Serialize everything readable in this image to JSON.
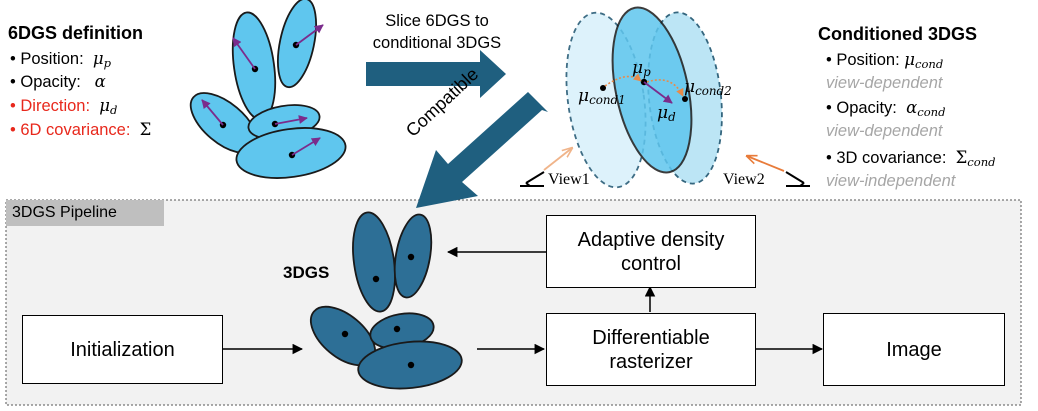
{
  "definition": {
    "title": "6DGS definition",
    "items": [
      {
        "label": "Position:",
        "symbol": "μ",
        "sub": "p"
      },
      {
        "label": "Opacity:",
        "symbol": "α",
        "sub": ""
      },
      {
        "label": "Direction:",
        "symbol": "μ",
        "sub": "d"
      },
      {
        "label": "6D covariance:",
        "symbol": "Σ",
        "sub": ""
      }
    ]
  },
  "slice_arrow_label": [
    "Slice 6DGS to",
    "conditional 3DGS"
  ],
  "compatible_label": "Compatible",
  "slice_panel": {
    "mu_p": {
      "symbol": "μ",
      "sub": "p"
    },
    "mu_d": {
      "symbol": "μ",
      "sub": "d"
    },
    "mu_cond1": {
      "symbol": "μ",
      "sub": "cond1"
    },
    "mu_cond2": {
      "symbol": "μ",
      "sub": "cond2"
    },
    "view1": "View1",
    "view2": "View2"
  },
  "conditioned": {
    "title": "Conditioned 3DGS",
    "items": [
      {
        "label": "Position:",
        "symbol": "μ",
        "sub": "cond",
        "note": "view-dependent"
      },
      {
        "label": "Opacity:",
        "symbol": "α",
        "sub": "cond",
        "note": "view-dependent"
      },
      {
        "label": "3D covariance:",
        "symbol": "Σ",
        "sub": "cond",
        "note": "view-independent"
      }
    ]
  },
  "pipeline": {
    "title": "3DGS Pipeline",
    "gaussians_label": "3DGS",
    "initialization": "Initialization",
    "adaptive": [
      "Adaptive density",
      "control"
    ],
    "rasterizer": [
      "Differentiable",
      "rasterizer"
    ],
    "image": "Image"
  },
  "colors": {
    "gaussian_light": "#5fc6ee",
    "gaussian_dark": "#2d6f96",
    "arrow": "#1f5f7f",
    "direction_arrow": "#7b2c8c",
    "red_text": "#e8281c",
    "note_gray": "#a6a6a6",
    "pipeline_bg": "#f2f2f2"
  }
}
